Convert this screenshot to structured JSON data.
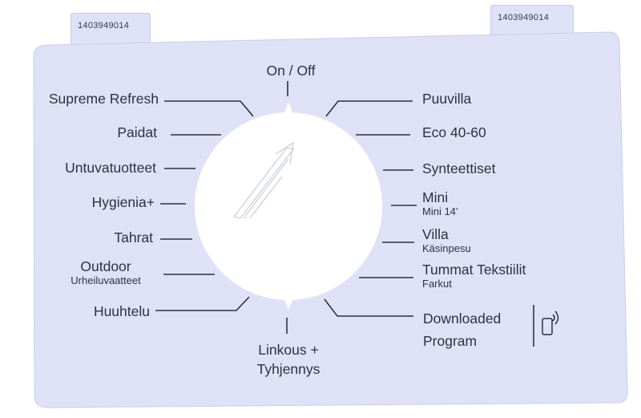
{
  "part_number_left": "1403949014",
  "part_number_right": "1403949014",
  "top_label": "On / Off",
  "bottom_label_line1": "Linkous +",
  "bottom_label_line2": "Tyhjennys",
  "left_programs": [
    {
      "label": "Supreme Refresh",
      "sub": ""
    },
    {
      "label": "Paidat",
      "sub": ""
    },
    {
      "label": "Untuvatuotteet",
      "sub": ""
    },
    {
      "label": "Hygienia+",
      "sub": ""
    },
    {
      "label": "Tahrat",
      "sub": ""
    },
    {
      "label": "Outdoor",
      "sub": "Urheiluvaatteet"
    },
    {
      "label": "Huuhtelu",
      "sub": ""
    }
  ],
  "right_programs": [
    {
      "label": "Puuvilla",
      "sub": ""
    },
    {
      "label": "Eco 40-60",
      "sub": ""
    },
    {
      "label": "Synteettiset",
      "sub": ""
    },
    {
      "label": "Mini",
      "sub": "Mini 14’"
    },
    {
      "label": "Villa",
      "sub": "Käsinpesu"
    },
    {
      "label": "Tummat Tekstiilit",
      "sub": "Farkut"
    }
  ],
  "downloaded_line1": "Downloaded",
  "downloaded_line2": "Program",
  "icons": {
    "remote": "phone-remote-icon",
    "watermark": "watermark-arrow-icon"
  },
  "colors": {
    "panel": "#dfe2f7",
    "text": "#2f303e",
    "lines": "#2f303e",
    "dial": "#ffffff"
  }
}
